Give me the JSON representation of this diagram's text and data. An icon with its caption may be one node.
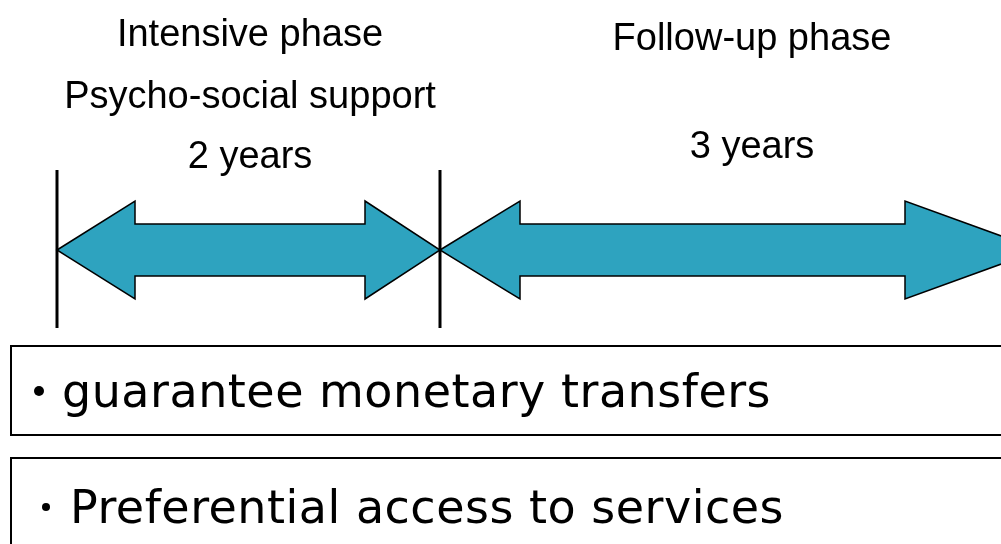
{
  "diagram": {
    "nodes": [
      {
        "text": [
          "guarantee monetary transfers"
        ]
      },
      {
        "text": [
          "Preferential access to services"
        ]
      }
    ],
    "labels": [
      "Intensive phase",
      "Psycho-social support",
      "2 years",
      "Follow-up phase",
      "3 years"
    ]
  }
}
